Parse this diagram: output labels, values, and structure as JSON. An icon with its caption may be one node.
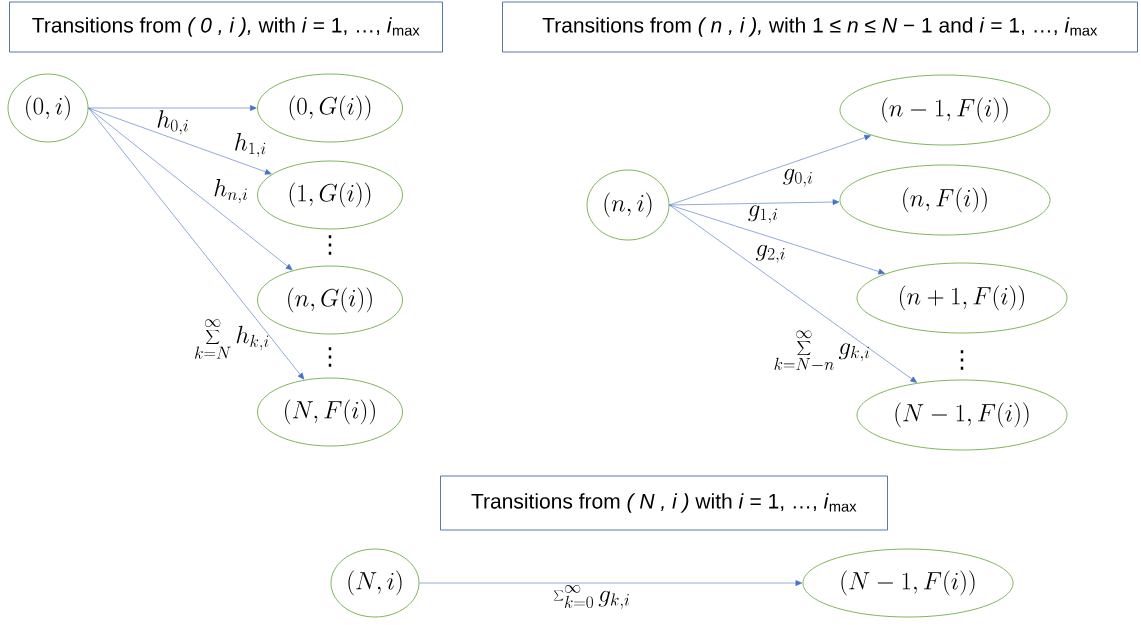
{
  "diagram": {
    "nodes": [
      {
        "text": [
          "Transitions from *( 0 , i ),* with *i* = 1, …, *i*$_{max}$"
        ]
      },
      {
        "text": [
          "(0, i)"
        ]
      },
      {
        "text": [
          "(0, G(i))"
        ]
      },
      {
        "text": [
          "(1, G(i))"
        ]
      },
      {
        "text": [
          "(n, G(i))"
        ]
      },
      {
        "text": [
          "(N, F(i))"
        ]
      },
      {
        "text": [
          "Transitions from *( n , i ),* with 1 ≤ *n* ≤ *N* − 1 and *i* = 1, …, *i*$_{max}$"
        ]
      },
      {
        "text": [
          "(n, i)"
        ]
      },
      {
        "text": [
          "(n-1, F(i))"
        ]
      },
      {
        "text": [
          "(n, F(i))"
        ]
      },
      {
        "text": [
          "(n+1, F(i))"
        ]
      },
      {
        "text": [
          "(N-1, F(i))"
        ]
      },
      {
        "text": [
          "Transitions from *( N , i )* with *i* = 1, …, *i*$_{max}$"
        ]
      },
      {
        "text": [
          "(N, i)"
        ]
      },
      {
        "text": [
          "(N-1, F(i))"
        ]
      }
    ],
    "edges": [
      {
        "from": 1,
        "to": 2,
        "arrow": "to",
        "label": "h_{0,i}"
      },
      {
        "from": 1,
        "to": 3,
        "arrow": "to",
        "label": "h_{1,i}"
      },
      {
        "from": 1,
        "to": 4,
        "arrow": "to",
        "label": "h_{n,i}"
      },
      {
        "from": 1,
        "to": 5,
        "arrow": "to",
        "label": "\\sum_{k=N}^{\\infty} h_{k,i}"
      },
      {
        "from": 7,
        "to": 8,
        "arrow": "to",
        "label": "g_{0,i}"
      },
      {
        "from": 7,
        "to": 9,
        "arrow": "to",
        "label": "g_{1,i}"
      },
      {
        "from": 7,
        "to": 10,
        "arrow": "to",
        "label": "g_{2,i}"
      },
      {
        "from": 7,
        "to": 11,
        "arrow": "to",
        "label": "\\sum_{k=N-n}^{\\infty} g_{k,i}"
      },
      {
        "from": 13,
        "to": 14,
        "arrow": "to",
        "label": "\\sum_{k=0}^{\\infty} g_{k,i}"
      }
    ],
    "labels": [
      "⋮",
      "⋮",
      "⋮"
    ]
  }
}
